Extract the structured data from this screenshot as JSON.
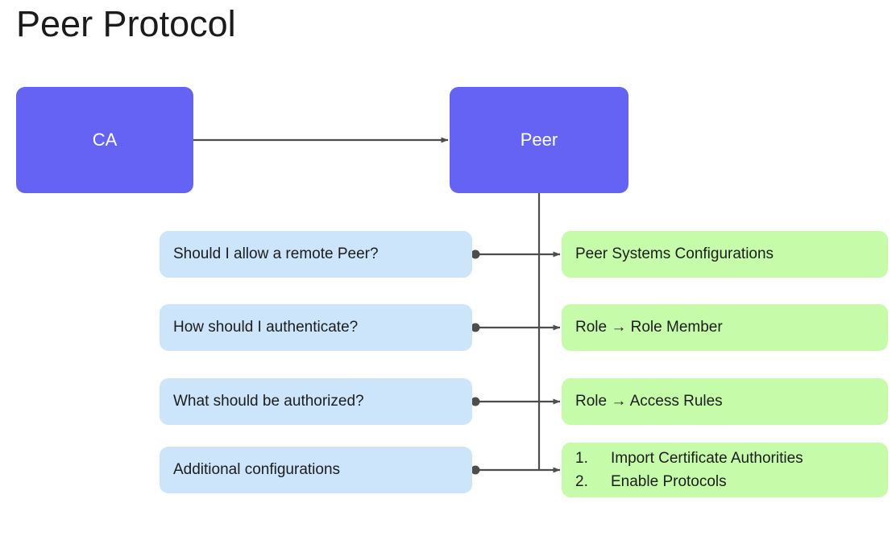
{
  "title": "Peer Protocol",
  "colors": {
    "node_top_fill": "#6563F3",
    "node_top_text": "#FFFFFF",
    "question_fill": "#CCE5FA",
    "answer_fill": "#C6FCA9",
    "text": "#1C1C1C",
    "connector": "#4D4D4D",
    "background": "#FFFFFF"
  },
  "nodes": {
    "ca": {
      "label": "CA"
    },
    "peer": {
      "label": "Peer"
    }
  },
  "rows": [
    {
      "question": "Should I allow a remote Peer?",
      "answer": "Peer Systems Configurations"
    },
    {
      "question": "How should I authenticate?",
      "answer": "Role → Role Member"
    },
    {
      "question": "What should be authorized?",
      "answer": "Role → Access Rules"
    },
    {
      "question": "Additional configurations",
      "answer_list": [
        {
          "num": "1.",
          "text": "Import Certificate Authorities"
        },
        {
          "num": "2.",
          "text": "Enable Protocols"
        }
      ]
    }
  ],
  "connectors": {
    "ca_to_peer": "arrow",
    "peer_trunk": "vertical-line",
    "question_to_answer": "dot-to-arrow"
  }
}
